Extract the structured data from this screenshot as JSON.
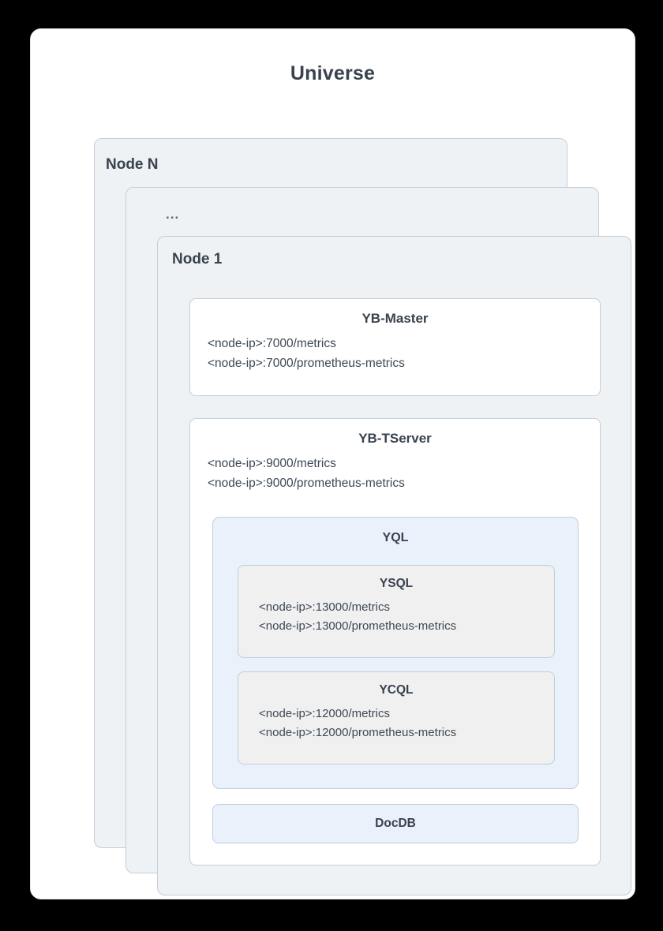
{
  "diagram": {
    "universe": {
      "title": "Universe",
      "nodes": [
        {
          "label": "Node N"
        },
        {
          "label": "..."
        },
        {
          "label": "Node 1"
        }
      ],
      "components": {
        "master": {
          "title": "YB-Master",
          "endpoints": [
            "<node-ip>:7000/metrics",
            "<node-ip>:7000/prometheus-metrics"
          ]
        },
        "tserver": {
          "title": "YB-TServer",
          "endpoints": [
            "<node-ip>:9000/metrics",
            "<node-ip>:9000/prometheus-metrics"
          ],
          "yql": {
            "title": "YQL",
            "apis": [
              {
                "title": "YSQL",
                "endpoints": [
                  "<node-ip>:13000/metrics",
                  "<node-ip>:13000/prometheus-metrics"
                ]
              },
              {
                "title": "YCQL",
                "endpoints": [
                  "<node-ip>:12000/metrics",
                  "<node-ip>:12000/prometheus-metrics"
                ]
              }
            ]
          },
          "docdb": {
            "title": "DocDB"
          }
        }
      }
    },
    "colors": {
      "background": "#000000",
      "frame": "#ffffff",
      "node_card": "#eef2f5",
      "border": "#c3ced8",
      "component_bg": "#ffffff",
      "yql_bg": "#e9f1fb",
      "ql_bg": "#f0f0f0",
      "docdb_bg": "#e9f1fb",
      "title_text": "#39424e",
      "body_text": "#3e4855"
    }
  }
}
